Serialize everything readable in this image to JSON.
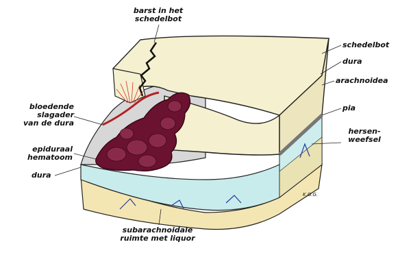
{
  "labels": {
    "fracture": "barst in het\nschedelbot",
    "skull": "schedelbot",
    "dura_right": "dura",
    "arachnoid": "arachnoidea",
    "pia": "pia",
    "brain": "hersen-\nweefsel",
    "bleeding_artery": "bloedende\nslagader\nvan de dura",
    "hematoma": "epiduraal\nhematoom",
    "dura_left": "dura",
    "subarachnoid": "subarachnoidale\nruimte met liquor",
    "artist_initials": "K.G.G."
  },
  "colors": {
    "skull_bone": "#f5f0cf",
    "dura": "#d7d7d7",
    "arachnoid": "#c8ecec",
    "hematoma": "#6a1230",
    "brain": "#f3e6b3",
    "vessel_red": "#b22020",
    "vessel_blue": "#2a3a9a"
  }
}
